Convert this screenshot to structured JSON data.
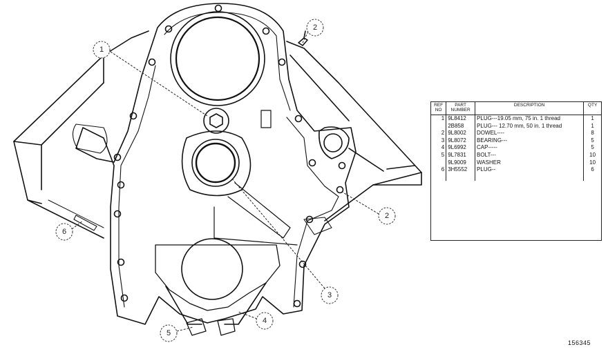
{
  "callouts": [
    "1",
    "2",
    "2",
    "3",
    "4",
    "5",
    "6"
  ],
  "table": {
    "headers": {
      "ref_line1": "REF",
      "ref_line2": "NO",
      "part_line1": "PART",
      "part_line2": "NUMBER",
      "description": "DESCRIPTION",
      "qty": "QTY"
    },
    "rows": [
      {
        "ref": "1",
        "part": "9L8412",
        "description": "PLUG---19.05 mm, 75 in. 1 thread",
        "qty": "1"
      },
      {
        "ref": "",
        "part": "2B858",
        "description": "PLUG--- 12.70 mm, 50 in. 1 thread",
        "qty": "1"
      },
      {
        "ref": "2",
        "part": "9L8002",
        "description": "DOWEL----",
        "qty": "8"
      },
      {
        "ref": "3",
        "part": "9L8072",
        "description": "BEARING---",
        "qty": "5"
      },
      {
        "ref": "4",
        "part": "9L6992",
        "description": "CAP-----",
        "qty": "5"
      },
      {
        "ref": "5",
        "part": "9L7831",
        "description": "BOLT---",
        "qty": "10"
      },
      {
        "ref": "",
        "part": "9L9009",
        "description": "WASHER",
        "qty": "10"
      },
      {
        "ref": "6",
        "part": "3H5552",
        "description": "PLUG--",
        "qty": "6"
      }
    ]
  },
  "figure_number": "156345"
}
